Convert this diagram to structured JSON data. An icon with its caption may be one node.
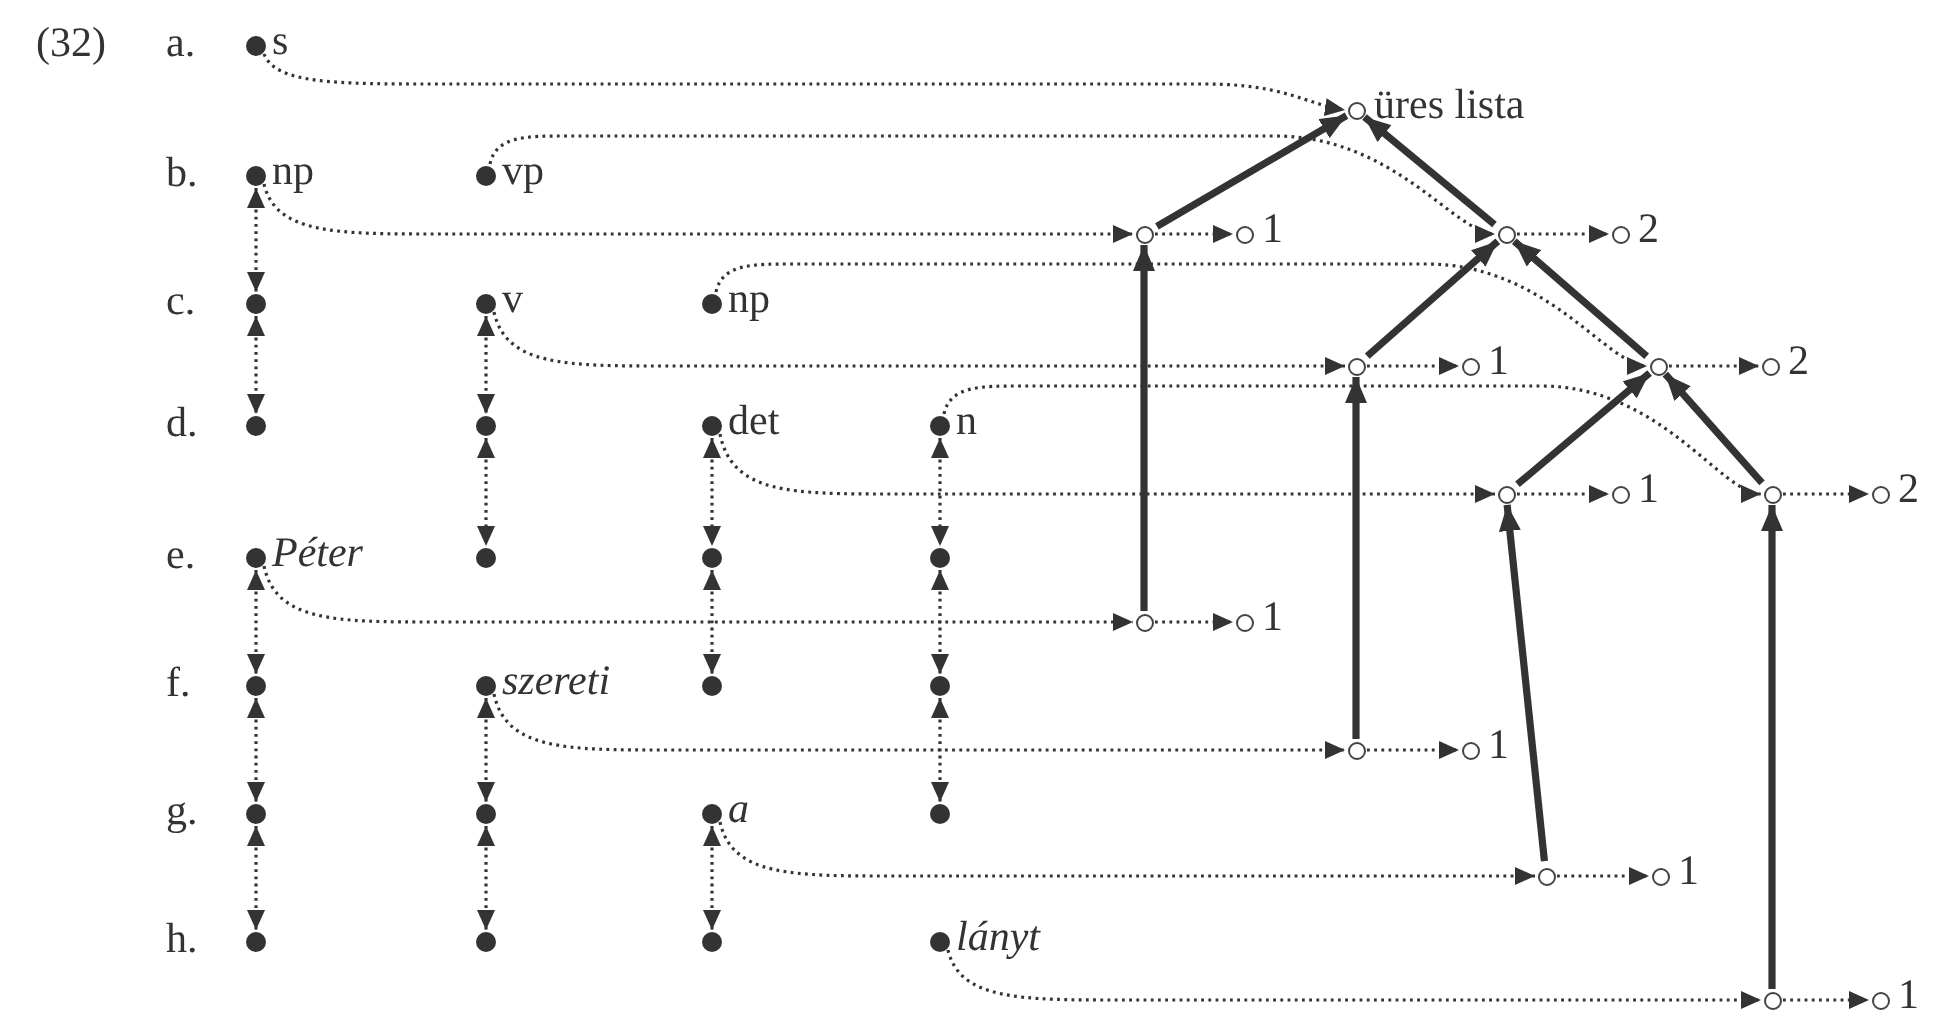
{
  "diagram": {
    "nodes": [
      {
        "text": [],
        "shape": "circle",
        "beside": [
          "s"
        ]
      },
      {
        "text": [],
        "shape": "circle",
        "beside": [
          "üres lista"
        ]
      },
      {
        "text": [],
        "shape": "circle",
        "beside": [
          "np"
        ]
      },
      {
        "text": [],
        "shape": "circle",
        "beside": [
          "vp"
        ]
      },
      {
        "text": [],
        "shape": "circle"
      },
      {
        "text": [],
        "shape": "circle",
        "beside": [
          "1"
        ]
      },
      {
        "text": [],
        "shape": "circle"
      },
      {
        "text": [],
        "shape": "circle",
        "beside": [
          "2"
        ]
      },
      {
        "text": [],
        "shape": "circle"
      },
      {
        "text": [],
        "shape": "circle",
        "beside": [
          "v"
        ]
      },
      {
        "text": [],
        "shape": "circle",
        "beside": [
          "np"
        ]
      },
      {
        "text": [],
        "shape": "circle"
      },
      {
        "text": [],
        "shape": "circle",
        "beside": [
          "1"
        ]
      },
      {
        "text": [],
        "shape": "circle"
      },
      {
        "text": [],
        "shape": "circle",
        "beside": [
          "2"
        ]
      },
      {
        "text": [],
        "shape": "circle"
      },
      {
        "text": [],
        "shape": "circle"
      },
      {
        "text": [],
        "shape": "circle",
        "beside": [
          "det"
        ]
      },
      {
        "text": [],
        "shape": "circle",
        "beside": [
          "n"
        ]
      },
      {
        "text": [],
        "shape": "circle"
      },
      {
        "text": [],
        "shape": "circle",
        "beside": [
          "1"
        ]
      },
      {
        "text": [],
        "shape": "circle"
      },
      {
        "text": [],
        "shape": "circle",
        "beside": [
          "2"
        ]
      },
      {
        "text": [],
        "shape": "circle",
        "beside": [
          "Péter"
        ]
      },
      {
        "text": [],
        "shape": "circle"
      },
      {
        "text": [],
        "shape": "circle"
      },
      {
        "text": [],
        "shape": "circle"
      },
      {
        "text": [],
        "shape": "circle"
      },
      {
        "text": [],
        "shape": "circle",
        "beside": [
          "1"
        ]
      },
      {
        "text": [],
        "shape": "circle"
      },
      {
        "text": [],
        "shape": "circle",
        "beside": [
          "szereti"
        ]
      },
      {
        "text": [],
        "shape": "circle"
      },
      {
        "text": [],
        "shape": "circle"
      },
      {
        "text": [],
        "shape": "circle"
      },
      {
        "text": [],
        "shape": "circle",
        "beside": [
          "1"
        ]
      },
      {
        "text": [],
        "shape": "circle"
      },
      {
        "text": [],
        "shape": "circle"
      },
      {
        "text": [],
        "shape": "circle",
        "beside": [
          "a"
        ]
      },
      {
        "text": [],
        "shape": "circle"
      },
      {
        "text": [],
        "shape": "circle"
      },
      {
        "text": [],
        "shape": "circle",
        "beside": [
          "1"
        ]
      },
      {
        "text": [],
        "shape": "circle"
      },
      {
        "text": [],
        "shape": "circle"
      },
      {
        "text": [],
        "shape": "circle"
      },
      {
        "text": [],
        "shape": "circle",
        "beside": [
          "lányt"
        ]
      },
      {
        "text": [],
        "shape": "circle"
      },
      {
        "text": [],
        "shape": "circle",
        "beside": [
          "1"
        ]
      }
    ],
    "edges": [
      {
        "from": 0,
        "to": 1,
        "arrow": "to",
        "style": "dashed"
      },
      {
        "from": 3,
        "to": 6,
        "arrow": "to",
        "style": "dashed"
      },
      {
        "from": 2,
        "to": 4,
        "arrow": "to",
        "style": "dashed"
      },
      {
        "from": 10,
        "to": 13,
        "arrow": "to",
        "style": "dashed"
      },
      {
        "from": 9,
        "to": 11,
        "arrow": "to",
        "style": "dashed"
      },
      {
        "from": 18,
        "to": 21,
        "arrow": "to",
        "style": "dashed"
      },
      {
        "from": 17,
        "to": 19,
        "arrow": "to",
        "style": "dashed"
      },
      {
        "from": 23,
        "to": 27,
        "arrow": "to",
        "style": "dashed"
      },
      {
        "from": 30,
        "to": 33,
        "arrow": "to",
        "style": "dashed"
      },
      {
        "from": 37,
        "to": 39,
        "arrow": "to",
        "style": "dashed"
      },
      {
        "from": 44,
        "to": 45,
        "arrow": "to",
        "style": "dashed"
      },
      {
        "from": 4,
        "to": 5,
        "arrow": "to",
        "style": "dashed"
      },
      {
        "from": 6,
        "to": 7,
        "arrow": "to",
        "style": "dashed"
      },
      {
        "from": 11,
        "to": 12,
        "arrow": "to",
        "style": "dashed"
      },
      {
        "from": 13,
        "to": 14,
        "arrow": "to",
        "style": "dashed"
      },
      {
        "from": 19,
        "to": 20,
        "arrow": "to",
        "style": "dashed"
      },
      {
        "from": 21,
        "to": 22,
        "arrow": "to",
        "style": "dashed"
      },
      {
        "from": 27,
        "to": 28,
        "arrow": "to",
        "style": "dashed"
      },
      {
        "from": 33,
        "to": 34,
        "arrow": "to",
        "style": "dashed"
      },
      {
        "from": 39,
        "to": 40,
        "arrow": "to",
        "style": "dashed"
      },
      {
        "from": 45,
        "to": 46,
        "arrow": "to",
        "style": "dashed"
      },
      {
        "from": 4,
        "to": 1,
        "arrow": "to",
        "style": "thick"
      },
      {
        "from": 6,
        "to": 1,
        "arrow": "to",
        "style": "thick"
      },
      {
        "from": 27,
        "to": 4,
        "arrow": "to",
        "style": "thick"
      },
      {
        "from": 11,
        "to": 6,
        "arrow": "to",
        "style": "thick"
      },
      {
        "from": 13,
        "to": 6,
        "arrow": "to",
        "style": "thick"
      },
      {
        "from": 33,
        "to": 11,
        "arrow": "to",
        "style": "thick"
      },
      {
        "from": 19,
        "to": 13,
        "arrow": "to",
        "style": "thick"
      },
      {
        "from": 21,
        "to": 13,
        "arrow": "to",
        "style": "thick"
      },
      {
        "from": 39,
        "to": 19,
        "arrow": "to",
        "style": "thick"
      },
      {
        "from": 45,
        "to": 21,
        "arrow": "to",
        "style": "thick"
      },
      {
        "from": 2,
        "to": 8,
        "arrow": "both",
        "style": "dashed"
      },
      {
        "from": 8,
        "to": 15,
        "arrow": "both",
        "style": "dashed"
      },
      {
        "from": 23,
        "to": 29,
        "arrow": "both",
        "style": "dashed"
      },
      {
        "from": 29,
        "to": 35,
        "arrow": "both",
        "style": "dashed"
      },
      {
        "from": 35,
        "to": 41,
        "arrow": "both",
        "style": "dashed"
      },
      {
        "from": 9,
        "to": 16,
        "arrow": "both",
        "style": "dashed"
      },
      {
        "from": 16,
        "to": 24,
        "arrow": "both",
        "style": "dashed"
      },
      {
        "from": 30,
        "to": 36,
        "arrow": "both",
        "style": "dashed"
      },
      {
        "from": 36,
        "to": 42,
        "arrow": "both",
        "style": "dashed"
      },
      {
        "from": 17,
        "to": 25,
        "arrow": "both",
        "style": "dashed"
      },
      {
        "from": 25,
        "to": 31,
        "arrow": "both",
        "style": "dashed"
      },
      {
        "from": 37,
        "to": 43,
        "arrow": "both",
        "style": "dashed"
      },
      {
        "from": 18,
        "to": 26,
        "arrow": "both",
        "style": "dashed"
      },
      {
        "from": 26,
        "to": 32,
        "arrow": "both",
        "style": "dashed"
      },
      {
        "from": 32,
        "to": 38,
        "arrow": "both",
        "style": "dashed"
      }
    ],
    "labels": [
      "(32)",
      "a.",
      "b.",
      "c.",
      "d.",
      "e.",
      "f.",
      "g.",
      "h."
    ]
  }
}
